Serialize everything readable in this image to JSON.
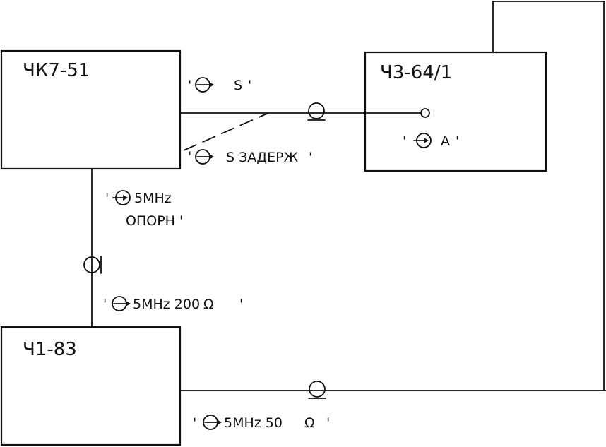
{
  "devices": {
    "ck7": "ЧК7-51",
    "c3": "Ч3-64/1",
    "c1": "Ч1-83"
  },
  "labels": {
    "s_tick_left": "'",
    "s_text": "S",
    "s_tick_right": "'",
    "delay_tick_left": "'",
    "delay_text": "S ЗАДЕРЖ",
    "delay_tick_right": "'",
    "a_tick_left": "'",
    "a_text": "A",
    "a_tick_right": "'",
    "ref_tick_left": "'",
    "ref_text": "5MHz",
    "ref_line2": "ОПОРН '",
    "out200_tick_left": "'",
    "out200_text": "5MHz 200",
    "out200_unit": "Ω",
    "out200_tick_right": "'",
    "out50_tick_left": "'",
    "out50_text": "5MHz 50",
    "out50_unit": "Ω",
    "out50_tick_right": "'"
  },
  "icons": {
    "connector": "coax-connector-icon",
    "output_port": "output-port-icon",
    "input_port": "input-port-icon",
    "jack": "input-jack-icon"
  }
}
